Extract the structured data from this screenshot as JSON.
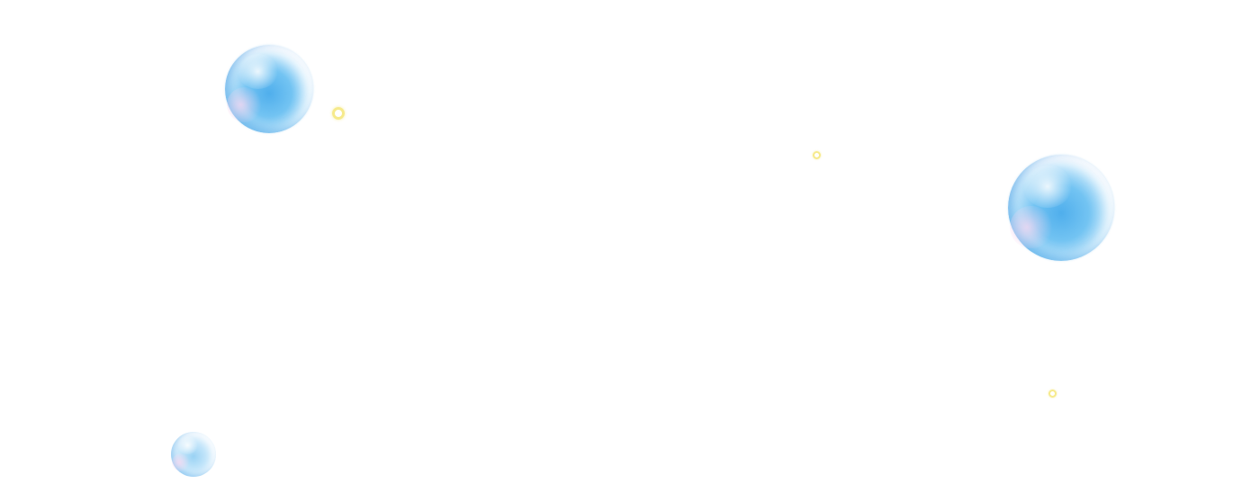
{
  "scene": {
    "background_color": "#ffffff",
    "bubble_color": "#46aaeb",
    "bubble_highlight_color": "#fad7f0",
    "sparkle_color": "#f6ea8c",
    "bubbles": [
      {
        "name": "bubble-large-top-left"
      },
      {
        "name": "bubble-large-right"
      },
      {
        "name": "bubble-small-bottom-left"
      }
    ],
    "sparkles": [
      {
        "name": "sparkle-ring-left"
      },
      {
        "name": "sparkle-ring-center"
      },
      {
        "name": "sparkle-ring-bottom-right"
      }
    ]
  }
}
